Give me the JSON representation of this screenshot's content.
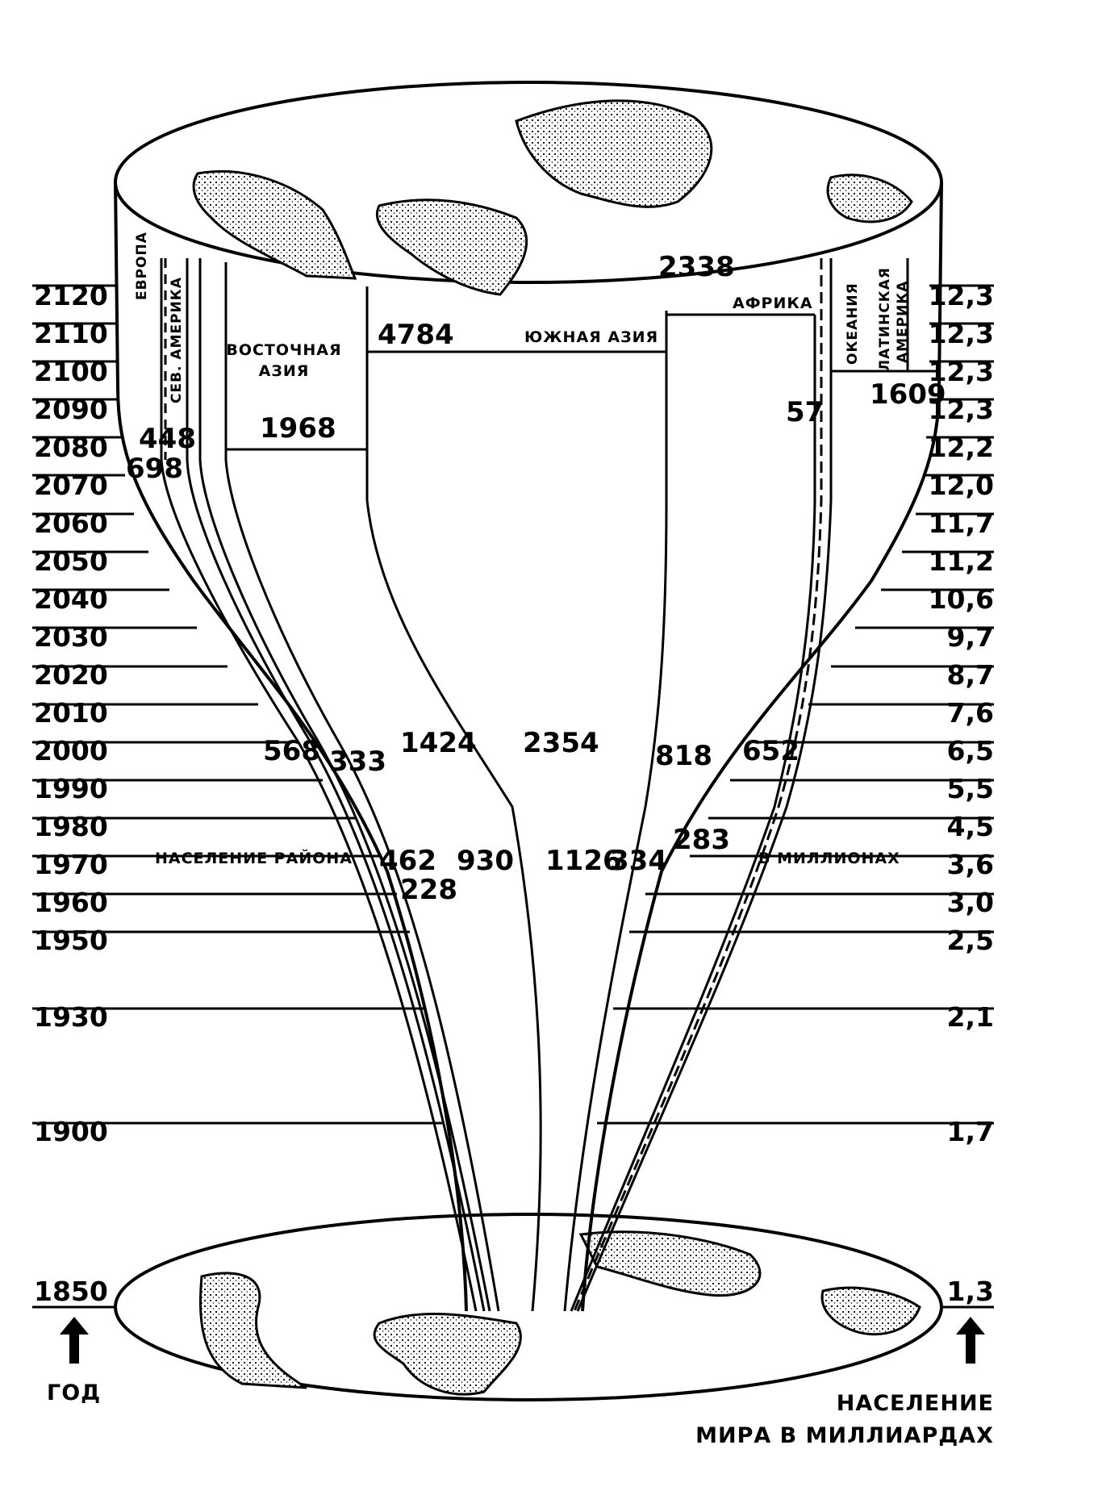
{
  "years": [
    "2120",
    "2110",
    "2100",
    "2090",
    "2080",
    "2070",
    "2060",
    "2050",
    "2040",
    "2030",
    "2020",
    "2010",
    "2000",
    "1990",
    "1980",
    "1970",
    "1960",
    "1950",
    "1930",
    "1900",
    "1850"
  ],
  "world_population_billions": [
    "12,3",
    "12,3",
    "12,3",
    "12,3",
    "12,2",
    "12,0",
    "11,7",
    "11,2",
    "10,6",
    "9,7",
    "8,7",
    "7,6",
    "6,5",
    "5,5",
    "4,5",
    "3,6",
    "3,0",
    "2,5",
    "2,1",
    "1,7",
    "1,3"
  ],
  "axis_left_label": "ГОД",
  "axis_right_label_line1": "НАСЕЛЕНИЕ",
  "axis_right_label_line2": "МИРА В МИЛЛИАРДАХ",
  "note_left": "НАСЕЛЕНИЕ РАЙОНА",
  "note_right": "В МИЛЛИОНАХ",
  "regions": {
    "europe": "ЕВРОПА",
    "north_america": "СЕВ. АМЕРИКА",
    "east_asia_line1": "ВОСТОЧНАЯ",
    "east_asia_line2": "АЗИЯ",
    "south_asia": "ЮЖНАЯ АЗИЯ",
    "africa": "АФРИКА",
    "oceania": "ОКЕАНИЯ",
    "latin_america_line1": "ЛАТИНСКАЯ",
    "latin_america_line2": "АМЕРИКА"
  },
  "values": {
    "v_2120_south_asia": "4784",
    "v_2120_africa": "2338",
    "v_2090_latam": "1609",
    "v_2090_oceania": "57",
    "v_2080_east_asia": "1968",
    "v_2080_na": "448",
    "v_2070_europe": "698",
    "v_2000_europe": "568",
    "v_2000_na": "333",
    "v_2000_east_asia": "1424",
    "v_2000_south_asia": "2354",
    "v_2000_africa": "818",
    "v_2000_latam": "652",
    "v_1970_europe": "462",
    "v_1970_na": "228",
    "v_1970_east_asia": "930",
    "v_1970_south_asia": "1126",
    "v_1970_africa": "334",
    "v_1970_latam": "283"
  }
}
